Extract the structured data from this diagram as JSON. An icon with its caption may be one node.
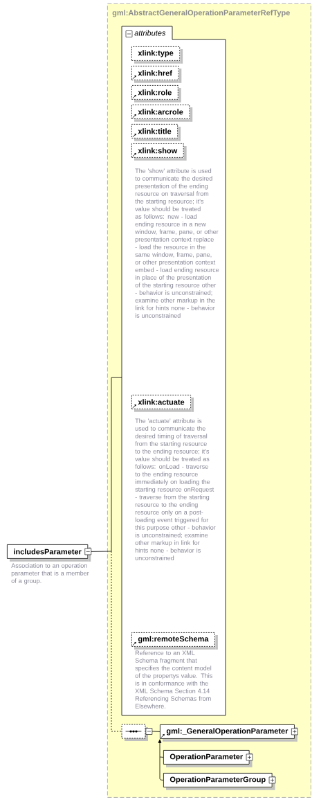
{
  "diagram": {
    "nodes": [
      {
        "text": [
          "gml:AbstractGeneralOperationParameterRefType"
        ]
      },
      {
        "text": [
          "attributes"
        ],
        "in": 0
      },
      {
        "text": [
          "xlink:type"
        ],
        "in": 1
      },
      {
        "text": [
          "xlink:href"
        ],
        "in": 1
      },
      {
        "text": [
          "xlink:role"
        ],
        "in": 1
      },
      {
        "text": [
          "xlink:arcrole"
        ],
        "in": 1
      },
      {
        "text": [
          "xlink:title"
        ],
        "in": 1
      },
      {
        "text": [
          "xlink:show"
        ],
        "in": 1,
        "beside": [
          "The 'show' attribute is used to communicate the desired presentation of the ending resource on traversal from the starting resource; it's value should be treated as follows: new - load ending resource in a new window, frame, pane, or other presentation context replace - load the resource in the same window, frame, pane, or other presentation context embed - load ending resource in place of the presentation of the starting resource other - behavior is unconstrained; examine other markup in the link for hints none - behavior is unconstrained"
        ]
      },
      {
        "text": [
          "xlink:actuate"
        ],
        "in": 1,
        "beside": [
          "The 'actuate' attribute is used to communicate the desired timing of traversal from the starting resource to the ending resource; it's value should be treated as follows: onLoad - traverse to the ending resource immediately on loading the starting resource onRequest - traverse from the starting resource to the ending resource only on a post-loading event triggered for this purpose other - behavior is unconstrained; examine other markup in link for hints none - behavior is unconstrained"
        ]
      },
      {
        "text": [
          "gml:remoteSchema"
        ],
        "in": 1,
        "beside": [
          "Reference to an XML Schema fragment that specifies the content model of the propertys value. This is in conformance with the XML Schema Section 4.14 Referencing Schemas from Elsewhere."
        ]
      },
      {
        "text": [
          "includesParameter"
        ],
        "beside": [
          "Association to an operation parameter that is a member of a group."
        ]
      },
      {
        "text": [],
        "shape": "octagon",
        "in": 0
      },
      {
        "text": [
          "gml:_GeneralOperationParameter"
        ],
        "in": 0
      },
      {
        "text": [
          "OperationParameter"
        ],
        "in": 0
      },
      {
        "text": [
          "OperationParameterGroup"
        ],
        "in": 0
      }
    ],
    "edges": [
      {
        "from": 10,
        "to": 1,
        "arrow": "none"
      },
      {
        "from": 10,
        "to": 11,
        "arrow": "none",
        "style": "dashed"
      },
      {
        "from": 11,
        "to": 12,
        "arrow": "none"
      },
      {
        "from": 13,
        "to": 12,
        "arrow": "to"
      },
      {
        "from": 14,
        "to": 12,
        "arrow": "to"
      }
    ]
  }
}
